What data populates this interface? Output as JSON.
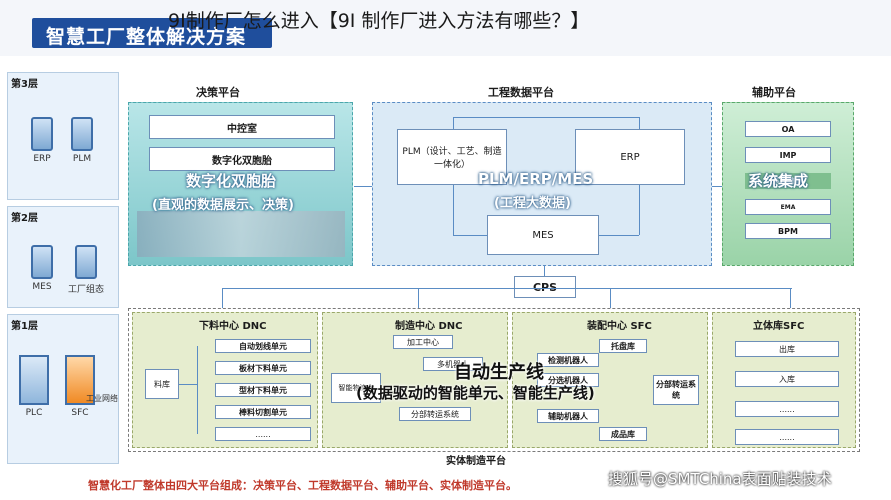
{
  "header": {
    "title": "智慧工厂整体解决方案",
    "overlay_title": "9I制作厂怎么进入【9I 制作厂进入方法有哪些？】"
  },
  "layers": {
    "l3": {
      "label": "第3层",
      "devices": [
        "ERP",
        "PLM"
      ]
    },
    "l2": {
      "label": "第2层",
      "devices": [
        "MES",
        "工厂组态"
      ]
    },
    "l1": {
      "label": "第1层",
      "devices": [
        "PLC",
        "SFC"
      ],
      "note": "工业网络"
    }
  },
  "decision": {
    "title": "决策平台",
    "items": [
      "中控室",
      "数字化双胞胎"
    ],
    "overlay_line1": "数字化双胞胎",
    "overlay_line2": "(直观的数据展示、决策)"
  },
  "engineering": {
    "title": "工程数据平台",
    "plm": "PLM（设计、工艺、制造一体化）",
    "erp": "ERP",
    "mes": "MES",
    "overlay_line1": "PLM/ERP/MES",
    "overlay_line2": "(工程大数据)"
  },
  "auxiliary": {
    "title": "辅助平台",
    "items": [
      "OA",
      "IMP",
      "系统集成",
      "EMA",
      "BPM"
    ],
    "overlay": "系统集成"
  },
  "cps": "CPS",
  "manufacturing": {
    "title": "实体制造平台",
    "overlay_line1": "自动生产线",
    "overlay_line2": "(数据驱动的智能单元、智能生产线)",
    "dnc1": {
      "title": "下料中心 DNC",
      "left": "料库",
      "items": [
        "自动划线单元",
        "板材下料单元",
        "型材下料单元",
        "棒料切割单元",
        "......"
      ]
    },
    "dnc2": {
      "title": "制造中心 DNC",
      "items": [
        "加工中心",
        "多机器人",
        "智能物流仓",
        "分部转运系统"
      ]
    },
    "sfc": {
      "title": "装配中心 SFC",
      "items": [
        "托盘库",
        "检测机器人",
        "分选机器人",
        "辅助机器人",
        "成品库"
      ],
      "right": "分部转运系统"
    },
    "stereo": {
      "title": "立体库SFC",
      "items": [
        "出库",
        "入库",
        "......",
        "......"
      ]
    }
  },
  "caption": "智慧化工厂整体由四大平台组成：决策平台、工程数据平台、辅助平台、实体制造平台。",
  "watermark": "搜狐号@SMTChina表面贴装技术"
}
